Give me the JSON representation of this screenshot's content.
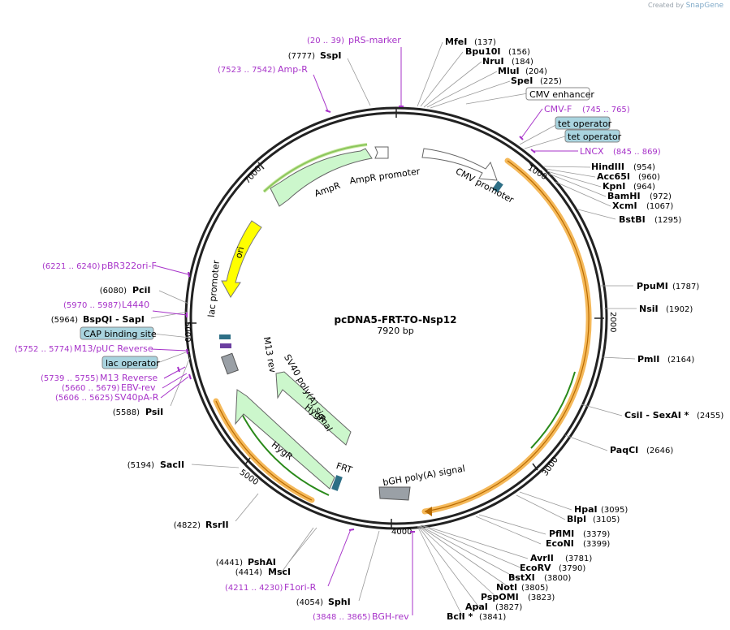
{
  "credit": {
    "prefix": "Created by",
    "brand": "SnapGene"
  },
  "plasmid": {
    "name": "pcDNA5-FRT-TO-Nsp12",
    "size": "7920 bp"
  },
  "ticks": [
    "1000",
    "2000",
    "3000",
    "4000",
    "5000",
    "6000",
    "7000"
  ],
  "sites_right": [
    {
      "name": "MfeI",
      "pos": "(137)"
    },
    {
      "name": "Bpu10I",
      "pos": "(156)"
    },
    {
      "name": "NruI",
      "pos": "(184)"
    },
    {
      "name": "MluI",
      "pos": "(204)"
    },
    {
      "name": "SpeI",
      "pos": "(225)"
    },
    {
      "name": "HindIII",
      "pos": "(954)"
    },
    {
      "name": "Acc65I",
      "pos": "(960)"
    },
    {
      "name": "KpnI",
      "pos": "(964)"
    },
    {
      "name": "BamHI",
      "pos": "(972)"
    },
    {
      "name": "XcmI",
      "pos": "(1067)"
    },
    {
      "name": "BstBI",
      "pos": "(1295)"
    },
    {
      "name": "PpuMI",
      "pos": "(1787)"
    },
    {
      "name": "NsiI",
      "pos": "(1902)"
    },
    {
      "name": "PmlI",
      "pos": "(2164)"
    },
    {
      "name": "CsiI  - SexAI *",
      "pos": "(2455)"
    },
    {
      "name": "PaqCI",
      "pos": "(2646)"
    },
    {
      "name": "HpaI",
      "pos": "(3095)"
    },
    {
      "name": "BlpI",
      "pos": "(3105)"
    },
    {
      "name": "PflMI",
      "pos": "(3379)"
    },
    {
      "name": "EcoNI",
      "pos": "(3399)"
    },
    {
      "name": "AvrII",
      "pos": "(3781)"
    },
    {
      "name": "EcoRV",
      "pos": "(3790)"
    },
    {
      "name": "BstXI",
      "pos": "(3800)"
    },
    {
      "name": "NotI",
      "pos": "(3805)"
    },
    {
      "name": "PspOMI",
      "pos": "(3823)"
    },
    {
      "name": "ApaI",
      "pos": "(3827)"
    },
    {
      "name": "BclI *",
      "pos": "(3841)"
    }
  ],
  "sites_left": [
    {
      "name": "SspI",
      "pos": "(7777)"
    },
    {
      "name": "PciI",
      "pos": "(6080)"
    },
    {
      "name": "BspQI  - SapI",
      "pos": "(5964)"
    },
    {
      "name": "PsiI",
      "pos": "(5588)"
    },
    {
      "name": "SacII",
      "pos": "(5194)"
    },
    {
      "name": "RsrII",
      "pos": "(4822)"
    },
    {
      "name": "PshAI",
      "pos": "(4441)"
    },
    {
      "name": "MscI",
      "pos": "(4414)"
    },
    {
      "name": "SphI",
      "pos": "(4054)"
    }
  ],
  "primers": [
    {
      "name": "pRS-marker",
      "pos": "(20 .. 39)"
    },
    {
      "name": "Amp-R",
      "pos": "(7523 .. 7542)"
    },
    {
      "name": "CMV-F",
      "pos": "(745 .. 765)"
    },
    {
      "name": "LNCX",
      "pos": "(845 .. 869)"
    },
    {
      "name": "pBR322ori-F",
      "pos": "(6221 .. 6240)"
    },
    {
      "name": "L4440",
      "pos": "(5970 .. 5987)"
    },
    {
      "name": "M13/pUC Reverse",
      "pos": "(5752 .. 5774)"
    },
    {
      "name": "M13 Reverse",
      "pos": "(5739 .. 5755)"
    },
    {
      "name": "EBV-rev",
      "pos": "(5660 .. 5679)"
    },
    {
      "name": "SV40pA-R",
      "pos": "(5606 .. 5625)"
    },
    {
      "name": "F1ori-R",
      "pos": "(4211 .. 4230)"
    },
    {
      "name": "BGH-rev",
      "pos": "(3848 .. 3865)"
    }
  ],
  "boxed": [
    {
      "name": "CMV enhancer",
      "color": "#ffffff"
    },
    {
      "name": "tet operator",
      "color": "#a9d4df"
    },
    {
      "name": "tet operator",
      "color": "#a9d4df"
    },
    {
      "name": "CAP binding site",
      "color": "#a9d4df"
    },
    {
      "name": "lac operator",
      "color": "#a9d4df"
    }
  ],
  "features": {
    "ampr_promoter": "AmpR promoter",
    "ampr": "AmpR",
    "ori": "ori",
    "cmv_promoter": "CMV promoter",
    "lac_promoter": "lac promoter",
    "m13_rev": "M13 rev",
    "sv40": "SV40 poly(A) signal",
    "hygr1": "HygR",
    "hygr2": "HygR",
    "frt": "FRT",
    "bgh": "bGH poly(A) signal"
  },
  "colors": {
    "primer": "#a733c9",
    "ampr_fill": "#ccf7cc",
    "ori_fill": "#ffff00",
    "orf_band": "#f5b95a",
    "orf_line": "#2a8a1a",
    "operator_fill": "#a9d4df",
    "terminator": "#9aa0a6",
    "frt": "#2e6f86"
  }
}
